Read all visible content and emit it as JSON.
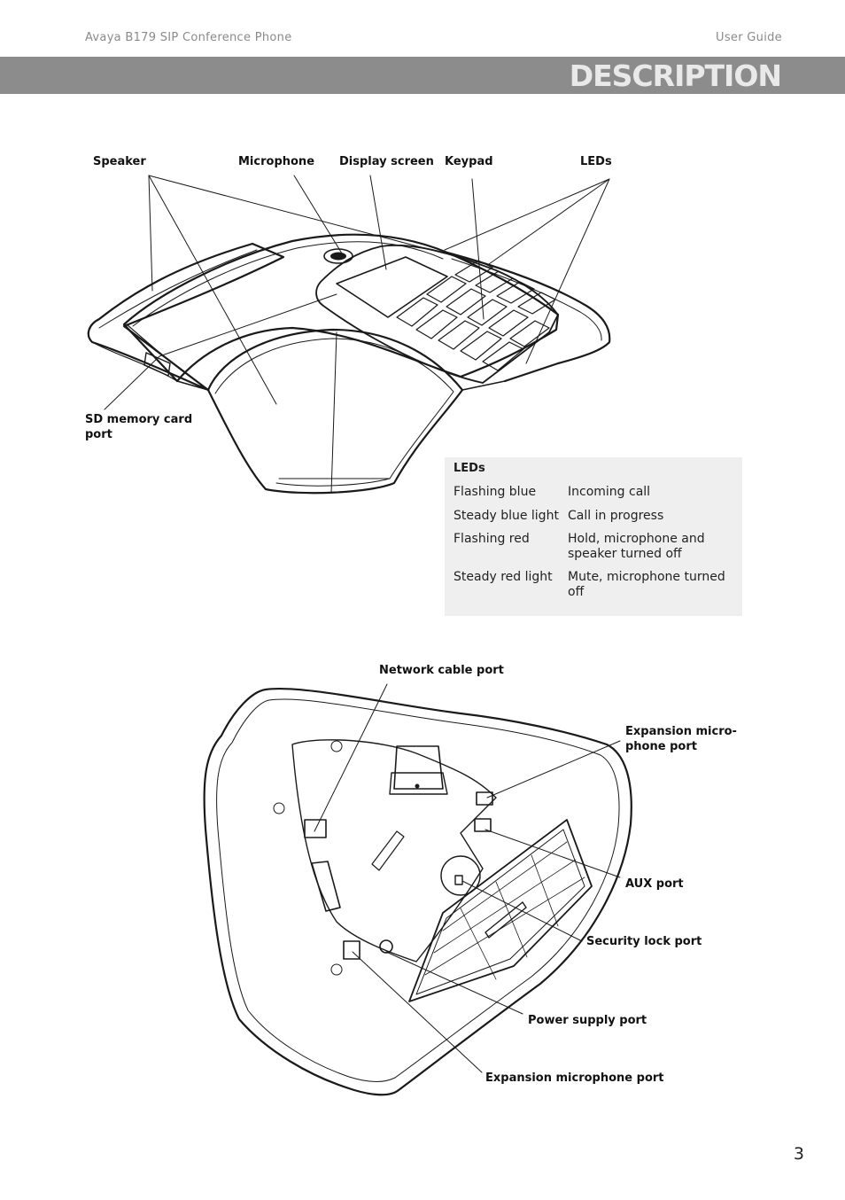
{
  "header": {
    "product": "Avaya B179 SIP Conference Phone",
    "guide": "User Guide"
  },
  "section_title": "DESCRIPTION",
  "top_diagram": {
    "labels": {
      "speaker": "Speaker",
      "microphone": "Microphone",
      "display_screen": "Display screen",
      "keypad": "Keypad",
      "leds": "LEDs",
      "sd_card_line1": "SD memory card",
      "sd_card_line2": "port"
    }
  },
  "led_table": {
    "title": "LEDs",
    "rows": [
      {
        "state": "Flashing blue",
        "meaning": "Incoming call"
      },
      {
        "state": "Steady blue light",
        "meaning": "Call in progress"
      },
      {
        "state": "Flashing red",
        "meaning": "Hold, microphone and speaker turned off"
      },
      {
        "state": "Steady red light",
        "meaning": "Mute, microphone turned off"
      }
    ]
  },
  "bottom_diagram": {
    "labels": {
      "network_cable_port": "Network cable port",
      "expansion_micro_line1": "Expansion micro-",
      "expansion_micro_line2": "phone port",
      "aux_port": "AUX port",
      "security_lock_port": "Security lock port",
      "power_supply_port": "Power supply port",
      "expansion_microphone_port": "Expansion microphone port"
    }
  },
  "page_number": "3"
}
